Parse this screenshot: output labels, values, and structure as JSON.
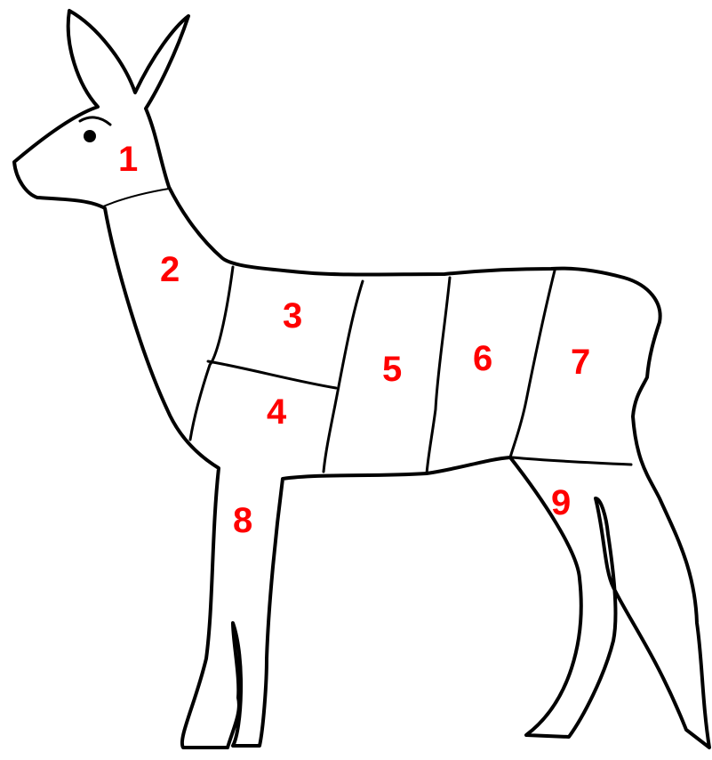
{
  "diagram": {
    "label_color": "#ff0000",
    "regions": [
      {
        "id": "head",
        "label": "1"
      },
      {
        "id": "neck",
        "label": "2"
      },
      {
        "id": "shoulder-upper",
        "label": "3"
      },
      {
        "id": "shoulder-lower",
        "label": "4"
      },
      {
        "id": "ribs",
        "label": "5"
      },
      {
        "id": "loin",
        "label": "6"
      },
      {
        "id": "haunch",
        "label": "7"
      },
      {
        "id": "foreleg",
        "label": "8"
      },
      {
        "id": "hindleg",
        "label": "9"
      }
    ]
  }
}
